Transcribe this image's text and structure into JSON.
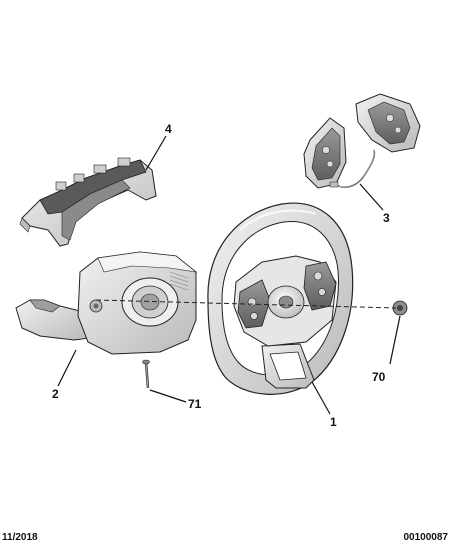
{
  "callouts": {
    "c1": "1",
    "c2": "2",
    "c3": "3",
    "c4": "4",
    "c70": "70",
    "c71": "71"
  },
  "footer": {
    "date": "11/2018",
    "ref": "00100087"
  },
  "colors": {
    "ink": "#111111",
    "part_fill": "#d9d9d9",
    "part_dark": "#a8a8a8",
    "part_light": "#efefef"
  }
}
